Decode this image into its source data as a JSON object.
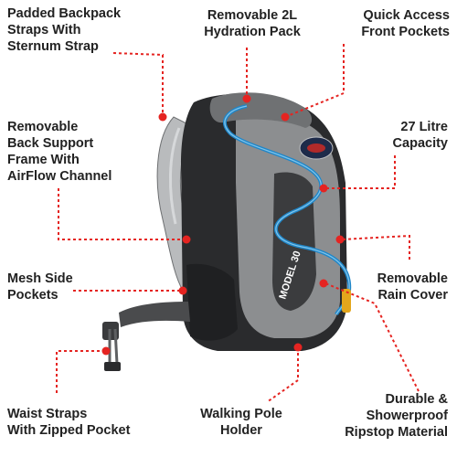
{
  "colors": {
    "accent": "#e52421",
    "text": "#222222",
    "pack_gray": "#8c8e90",
    "pack_dark": "#2a2b2d",
    "hose_blue": "#1f86c8"
  },
  "product": {
    "model_text": "MODEL 30"
  },
  "callouts": [
    {
      "id": "straps",
      "text": "Padded Backpack\nStraps With\nSternum Strap"
    },
    {
      "id": "hydration",
      "text": "Removable 2L\nHydration Pack"
    },
    {
      "id": "front-pockets",
      "text": "Quick Access\nFront Pockets"
    },
    {
      "id": "back-support",
      "text": "Removable\nBack Support\nFrame With\nAirFlow Channel"
    },
    {
      "id": "capacity",
      "text": "27 Litre\nCapacity"
    },
    {
      "id": "mesh-pockets",
      "text": "Mesh Side\nPockets"
    },
    {
      "id": "rain-cover",
      "text": "Removable\nRain Cover"
    },
    {
      "id": "waist-straps",
      "text": "Waist Straps\nWith Zipped Pocket"
    },
    {
      "id": "pole-holder",
      "text": "Walking Pole\nHolder"
    },
    {
      "id": "ripstop",
      "text": "Durable &\nShowerproof\nRipstop Material"
    }
  ]
}
